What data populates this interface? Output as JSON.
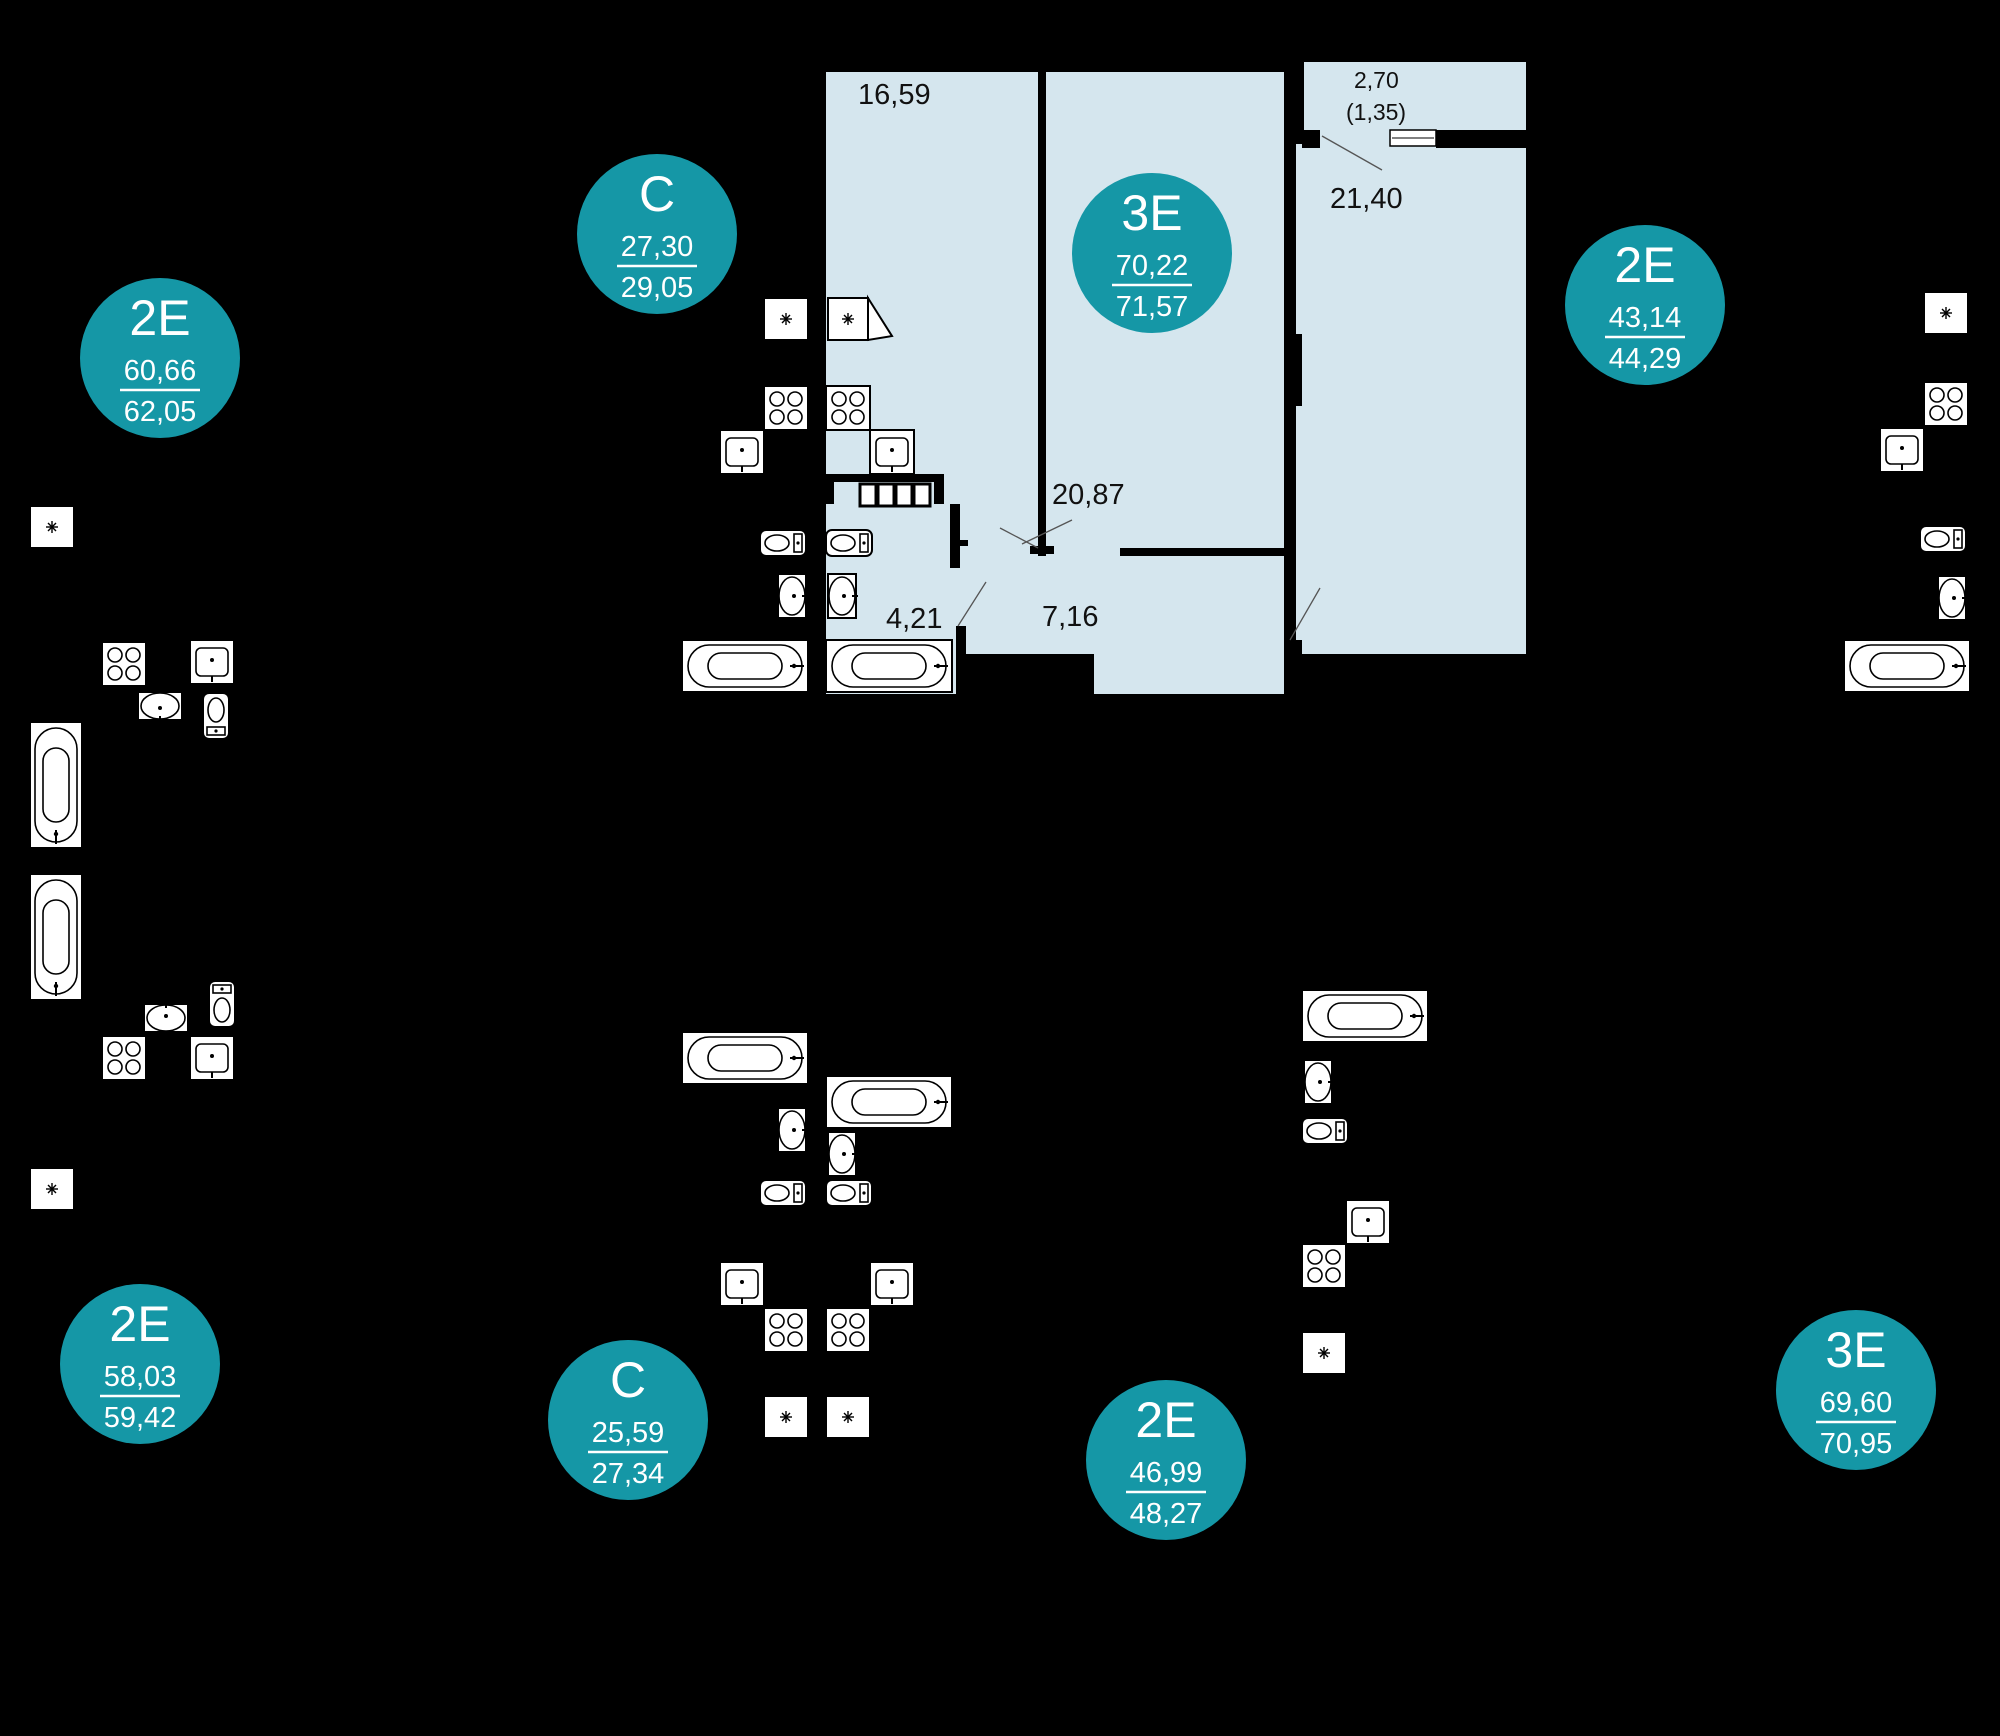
{
  "plan": {
    "background_color": "#000000",
    "highlight_color": "#d5e6ee",
    "badge_color": "#1597a6",
    "wall_color": "#000000",
    "fixture_fill": "#ffffff"
  },
  "selected_apartment": {
    "rooms": {
      "room_1": "16,59",
      "room_2": "20,87",
      "room_3": "21,40",
      "bathroom": "4,21",
      "hall": "7,16",
      "balcony": "2,70",
      "balcony_reduced": "(1,35)"
    }
  },
  "badges": [
    {
      "type": "C",
      "area_living": "27,30",
      "area_total": "29,05"
    },
    {
      "type": "3E",
      "area_living": "70,22",
      "area_total": "71,57"
    },
    {
      "type": "2E",
      "area_living": "43,14",
      "area_total": "44,29"
    },
    {
      "type": "2E",
      "area_living": "60,66",
      "area_total": "62,05"
    },
    {
      "type": "2E",
      "area_living": "58,03",
      "area_total": "59,42"
    },
    {
      "type": "C",
      "area_living": "25,59",
      "area_total": "27,34"
    },
    {
      "type": "2E",
      "area_living": "46,99",
      "area_total": "48,27"
    },
    {
      "type": "3E",
      "area_living": "69,60",
      "area_total": "70,95"
    }
  ],
  "fixture_icons": {
    "shaft": "ventilation-shaft-icon",
    "stove": "stove-icon",
    "sink": "sink-icon",
    "toilet": "toilet-icon",
    "washbasin": "washbasin-icon",
    "bathtub": "bathtub-icon"
  }
}
